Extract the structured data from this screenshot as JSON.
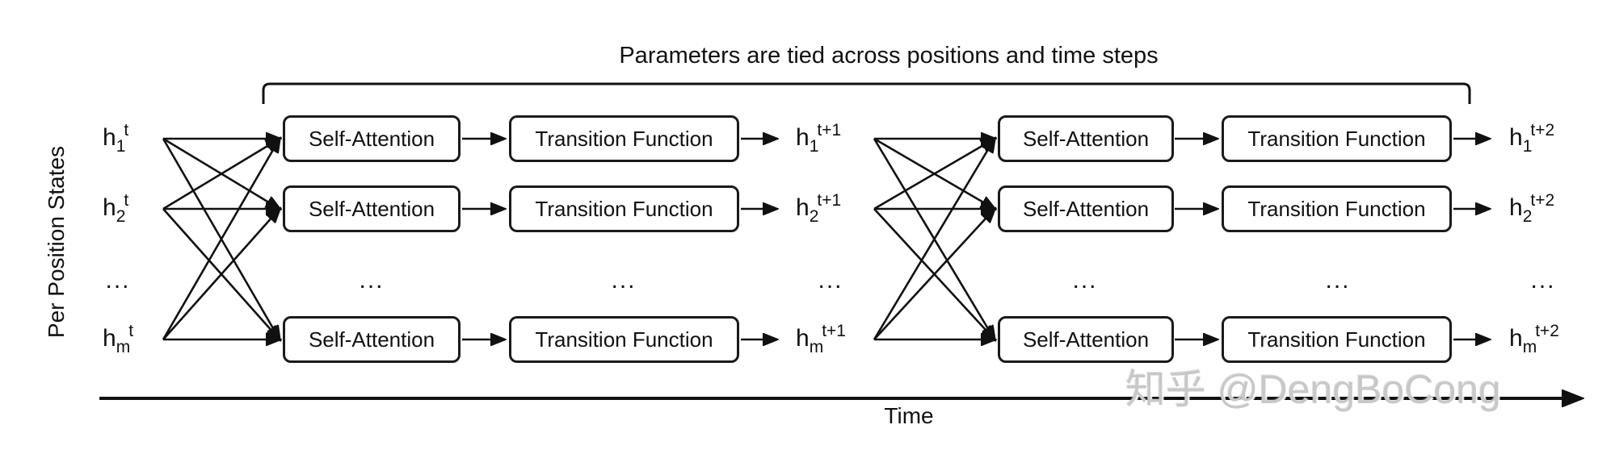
{
  "title": "Parameters are tied across positions and time steps",
  "axes": {
    "y_label": "Per Position States",
    "x_label": "Time"
  },
  "box_labels": {
    "self_attention": "Self-Attention",
    "transition_function": "Transition Function"
  },
  "state_columns": {
    "t": {
      "base": "h",
      "sup": "t",
      "subs": [
        "1",
        "2",
        "m"
      ]
    },
    "t1": {
      "base": "h",
      "sup": "t+1",
      "subs": [
        "1",
        "2",
        "m"
      ]
    },
    "t2": {
      "base": "h",
      "sup": "t+2",
      "subs": [
        "1",
        "2",
        "m"
      ]
    }
  },
  "ellipsis": "...",
  "watermark": "知乎 @DengBoCong",
  "colors": {
    "ink": "#111111",
    "box_border": "#1a1a1a",
    "watermark": "#c8c8c8",
    "background": "#ffffff"
  }
}
